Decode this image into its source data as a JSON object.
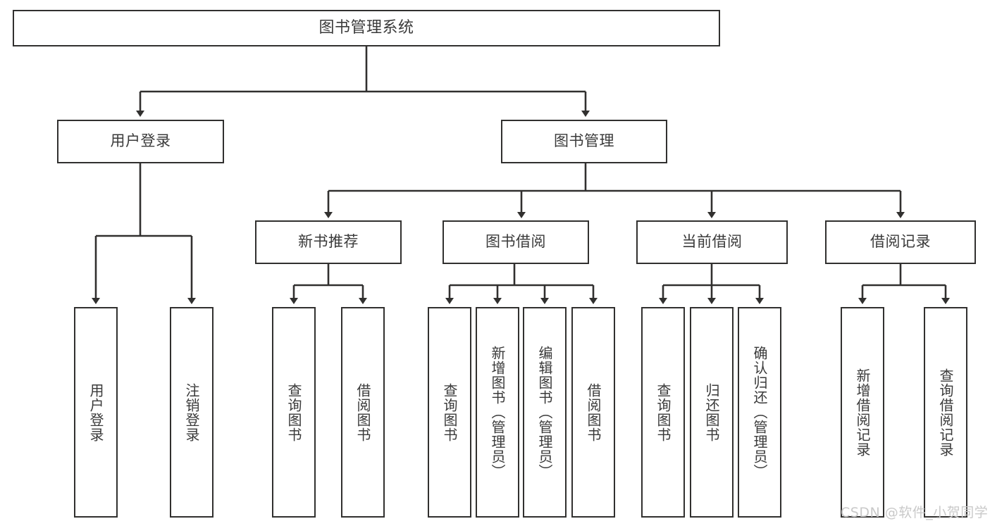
{
  "diagram": {
    "title": "图书管理系统",
    "type": "hierarchy-tree",
    "root": {
      "label": "图书管理系统"
    },
    "level2": [
      {
        "label": "用户登录"
      },
      {
        "label": "图书管理"
      }
    ],
    "level3": [
      {
        "label": "新书推荐"
      },
      {
        "label": "图书借阅"
      },
      {
        "label": "当前借阅"
      },
      {
        "label": "借阅记录"
      }
    ],
    "leaves": {
      "user_login": [
        {
          "label": "用户登录"
        },
        {
          "label": "注销登录"
        }
      ],
      "new_book_recommend": [
        {
          "label": "查询图书"
        },
        {
          "label": "借阅图书"
        }
      ],
      "book_borrow": [
        {
          "label": "查询图书"
        },
        {
          "label": "新增图书（管理员）"
        },
        {
          "label": "编辑图书（管理员）"
        },
        {
          "label": "借阅图书"
        }
      ],
      "current_borrow": [
        {
          "label": "查询图书"
        },
        {
          "label": "归还图书"
        },
        {
          "label": "确认归还（管理员）"
        }
      ],
      "borrow_record": [
        {
          "label": "新增借阅记录"
        },
        {
          "label": "查询借阅记录"
        }
      ]
    }
  },
  "watermark": {
    "text": "CSDN @软件_小贺同学"
  },
  "colors": {
    "stroke": "#31302f",
    "text": "#3a3a3a",
    "background": "#ffffff",
    "watermark": "#c9c9c9"
  }
}
